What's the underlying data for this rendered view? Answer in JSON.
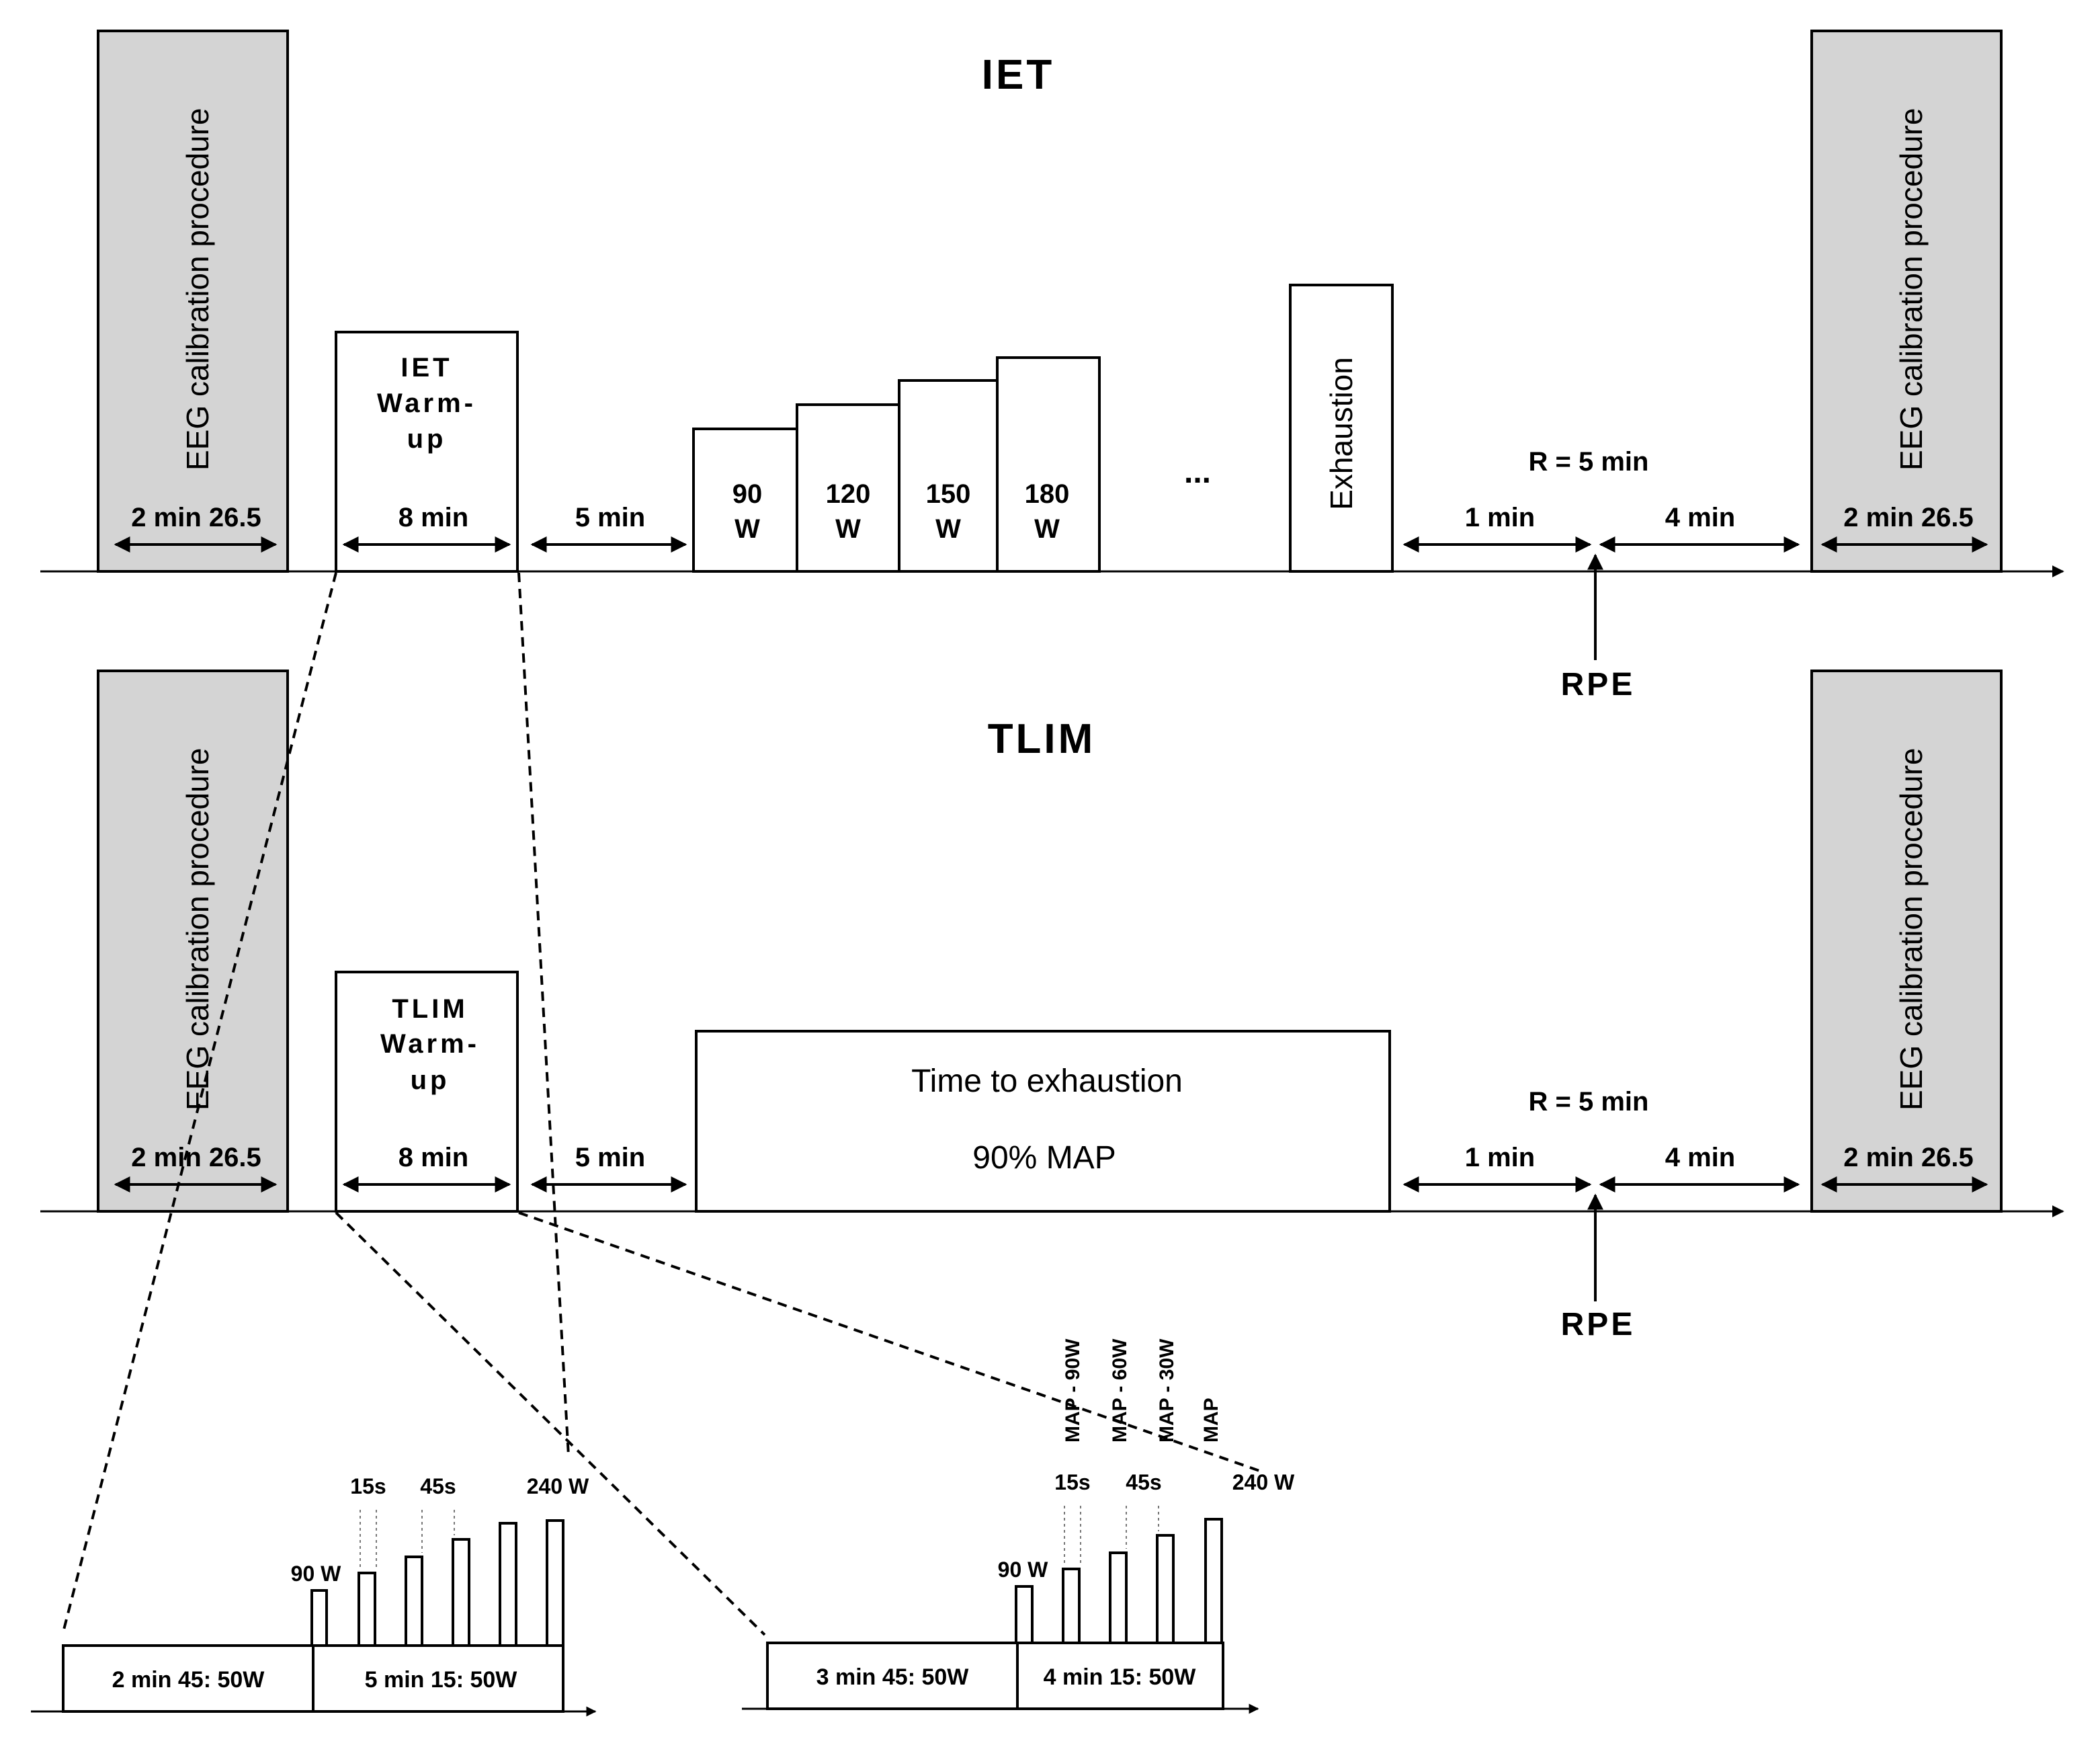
{
  "iet": {
    "title": "IET",
    "calibration_label": "EEG calibration procedure",
    "calibration_duration": "2 min 26.5",
    "warmup_label_l1": "IET",
    "warmup_label_l2": "Warm-",
    "warmup_label_l3": "up",
    "warmup_duration": "8 min",
    "rest_duration": "5 min",
    "stages": [
      {
        "power": "90",
        "unit": "W"
      },
      {
        "power": "120",
        "unit": "W"
      },
      {
        "power": "150",
        "unit": "W"
      },
      {
        "power": "180",
        "unit": "W"
      }
    ],
    "ellipsis": "...",
    "exhaustion_label": "Exhaustion",
    "recovery_label": "R = 5 min",
    "recovery_part1": "1 min",
    "recovery_part2": "4 min",
    "rpe_label": "RPE"
  },
  "tlim": {
    "title": "TLIM",
    "calibration_label": "EEG calibration procedure",
    "calibration_duration": "2 min 26.5",
    "warmup_label_l1": "TLIM",
    "warmup_label_l2": "Warm-",
    "warmup_label_l3": "up",
    "warmup_duration": "8 min",
    "rest_duration": "5 min",
    "exhaustion_title": "Time to exhaustion",
    "exhaustion_intensity": "90% MAP",
    "recovery_label": "R = 5 min",
    "recovery_part1": "1 min",
    "recovery_part2": "4 min",
    "rpe_label": "RPE"
  },
  "iet_warmup_detail": {
    "phase1": "2 min 45: 50W",
    "phase2": "5 min 15: 50W",
    "start_power": "90 W",
    "end_power": "240 W",
    "pulse_duration": "15s",
    "interval_duration": "45s"
  },
  "tlim_warmup_detail": {
    "phase1": "3 min 45: 50W",
    "phase2": "4 min 15: 50W",
    "start_power": "90 W",
    "end_power": "240 W",
    "pulse_duration": "15s",
    "interval_duration": "45s",
    "pulse_levels": [
      "MAP - 90W",
      "MAP - 60W",
      "MAP - 30W",
      "MAP"
    ]
  }
}
